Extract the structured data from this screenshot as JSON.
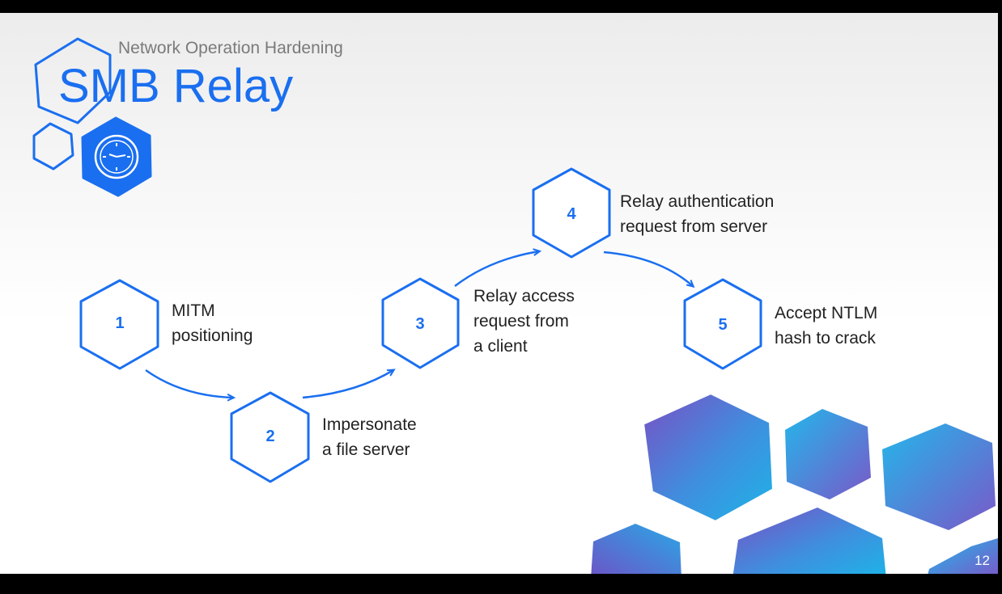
{
  "header": {
    "subtitle": "Network Operation Hardening",
    "title": "SMB Relay"
  },
  "colors": {
    "accent": "#1a6ff0",
    "text": "#222222",
    "subtitle": "#7a7a7a",
    "background": "#000000"
  },
  "icons": {
    "header_badge": "clock-icon"
  },
  "steps": [
    {
      "number": "1",
      "label": "MITM\npositioning"
    },
    {
      "number": "2",
      "label": "Impersonate\na file server"
    },
    {
      "number": "3",
      "label": "Relay access\nrequest from\na client"
    },
    {
      "number": "4",
      "label": "Relay authentication\nrequest from server"
    },
    {
      "number": "5",
      "label": "Accept NTLM\nhash to crack"
    }
  ],
  "footer": {
    "page_number": "12"
  }
}
